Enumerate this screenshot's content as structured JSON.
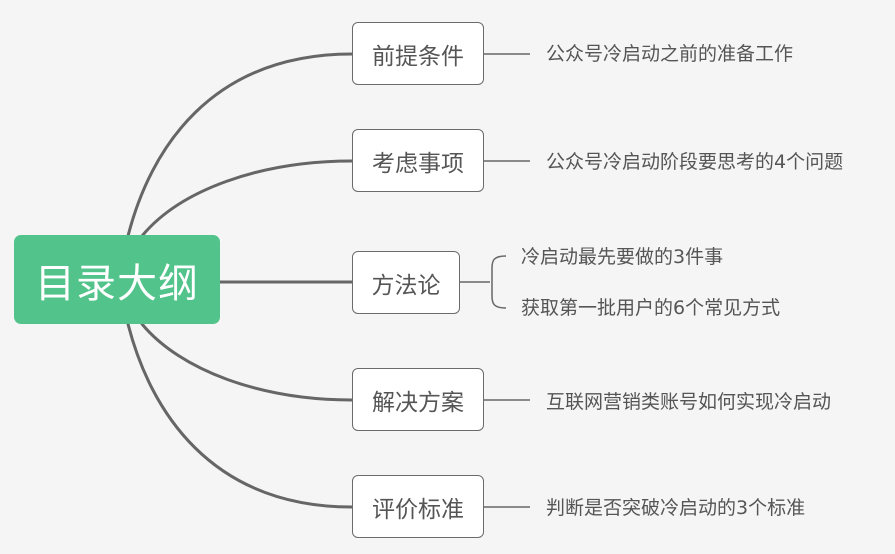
{
  "root": {
    "label": "目录大纲"
  },
  "branches": [
    {
      "label": "前提条件",
      "leaves": [
        "公众号冷启动之前的准备工作"
      ]
    },
    {
      "label": "考虑事项",
      "leaves": [
        "公众号冷启动阶段要思考的4个问题"
      ]
    },
    {
      "label": "方法论",
      "leaves": [
        "冷启动最先要做的3件事",
        "获取第一批用户的6个常见方式"
      ]
    },
    {
      "label": "解决方案",
      "leaves": [
        "互联网营销类账号如何实现冷启动"
      ]
    },
    {
      "label": "评价标准",
      "leaves": [
        "判断是否突破冷启动的3个标准"
      ]
    }
  ],
  "colors": {
    "root_fill": "#52c48b",
    "connector": "#666666",
    "box_border": "#6b6b6b",
    "text": "#555555",
    "background": "#f5f5f5"
  }
}
